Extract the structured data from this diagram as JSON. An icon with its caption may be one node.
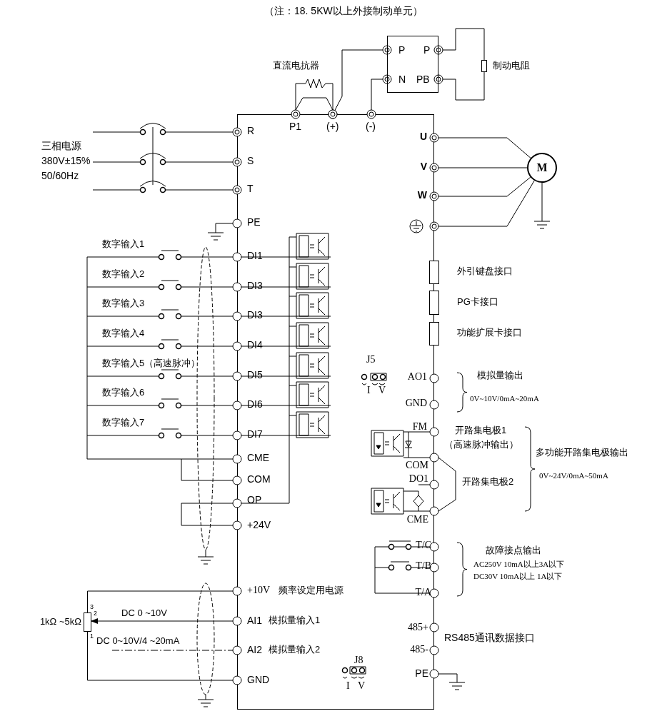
{
  "diagram": {
    "nodes": [
      {
        "text": [],
        "shape": "box"
      },
      {
        "text": [
          "P",
          "N",
          "P",
          "PB"
        ]
      },
      {
        "text": [],
        "shape": "box",
        "beside": [
          "制动电阻"
        ]
      },
      {
        "text": [],
        "shape": "zigzag",
        "beside": [
          "直流电抗器"
        ]
      },
      {
        "text": [
          "M"
        ]
      },
      {
        "text": [],
        "shape": "box",
        "beside": [
          "外引键盘接口"
        ]
      },
      {
        "text": [],
        "shape": "box",
        "beside": [
          "PG卡接口"
        ]
      },
      {
        "text": [],
        "shape": "box",
        "beside": [
          "功能扩展卡接口"
        ]
      },
      {
        "text": [],
        "shape": "box",
        "beside": [
          "1kΩ ~5kΩ"
        ]
      }
    ],
    "edges": [
      {
        "from": 1,
        "to": 0,
        "arrow": "other"
      },
      {
        "from": 1,
        "to": 0,
        "arrow": "other"
      },
      {
        "from": 1,
        "to": 2,
        "arrow": "other"
      },
      {
        "from": 1,
        "to": 2,
        "arrow": "other"
      },
      {
        "from": 3,
        "to": 0,
        "arrow": "other"
      },
      {
        "from": 3,
        "to": 0,
        "arrow": "other"
      },
      {
        "from": 0,
        "to": 4,
        "arrow": "other"
      },
      {
        "from": 0,
        "to": 4,
        "arrow": "other"
      },
      {
        "from": 0,
        "to": 4,
        "arrow": "other"
      },
      {
        "from": 0,
        "to": 4,
        "arrow": "other"
      },
      {
        "from": 8,
        "to": 0,
        "arrow": "other"
      },
      {
        "from": 0,
        "to": 8,
        "arrow": "to",
        "label": "DC 0 ~10V"
      },
      {
        "from": 8,
        "to": 0,
        "arrow": "other"
      },
      {
        "from": null,
        "to": 0,
        "arrow": "other",
        "style": "dashed",
        "label": "DC 0~10V/4 ~20mA"
      }
    ],
    "labels": [
      "（注：18. 5KW以上外接制动单元）",
      "P1",
      "(+)",
      "(-)",
      "R",
      "U",
      "三相电源",
      "S",
      "V",
      "380V±15%",
      "50/60Hz",
      "T",
      "W",
      "PE",
      "数字输入1",
      "DI1",
      "数字输入2",
      "DI3",
      "数字输入3",
      "DI3",
      "数字输入4",
      "DI4",
      "数字输入5（高速脉冲）",
      "DI5",
      "J5",
      "AO1",
      "模拟量输出",
      "数字输入6",
      "DI6",
      "I",
      "V",
      "GND",
      "0V~10V/0mA~20mA",
      "数字输入7",
      "DI7",
      "FM",
      "开路集电极1",
      "（高速脉冲输出）",
      "多功能开路集电极输出",
      "CME",
      "COM",
      "COM",
      "开路集电极2",
      "0V~24V/0mA~50mA",
      "DO1",
      "OP",
      "CME",
      "+24V",
      "T/C",
      "故障接点输出",
      "AC250V 10mA以上3A以下",
      "T/B",
      "DC30V 10mA以上 1A以下",
      "+10V",
      "频率设定用电源",
      "T/A",
      "3",
      "2",
      "AI1",
      "模拟量输入1",
      "1",
      "485+",
      "RS485通讯数据接口",
      "AI2",
      "模拟量输入2",
      "485-",
      "PE",
      "J8",
      "GND",
      "I",
      "V"
    ]
  }
}
